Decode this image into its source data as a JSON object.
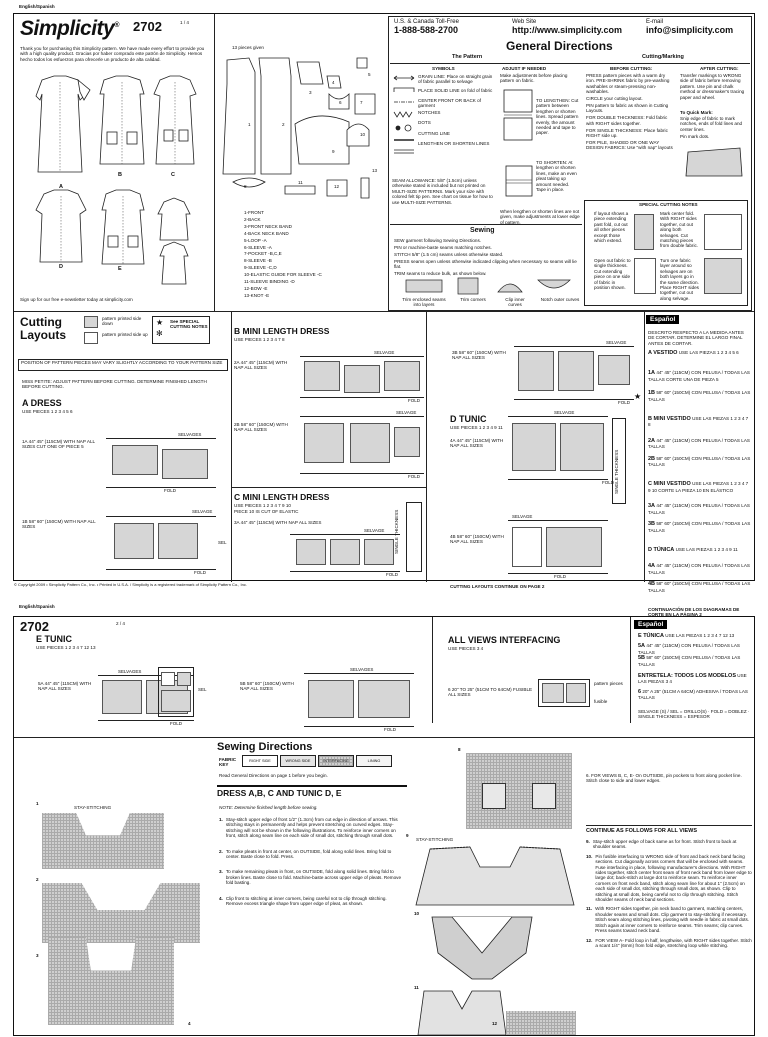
{
  "page1": {
    "lang_label": "English/Spanish",
    "brand": "Simplicity",
    "brand_mark": "®",
    "pattern_no": "2702",
    "page_num": "1 / 4",
    "intro": "Thank you for purchasing this Simplicity pattern. We have made every effort to provide you with a high quality product. Gracias por haber comprado este patrón de Simplicity. Hemos hecho todos los esfuerzos para ofrecerle un producto de alta calidad.",
    "view_labels": [
      "A",
      "B",
      "C",
      "D",
      "E"
    ],
    "sign_up": "Sign up for our free e-newsletter today at simplicity.com",
    "pieces_given": "13 pieces given",
    "piece_numbers": [
      "1",
      "2",
      "3",
      "4",
      "5",
      "6",
      "7",
      "8",
      "9",
      "10",
      "11",
      "12",
      "13"
    ],
    "piece_list": [
      "1-FRONT",
      "2-BACK",
      "3-FRONT NECK BAND",
      "4-BACK NECK BAND",
      "5-LOOP -A",
      "6-SLEEVE -A",
      "7-POCKET -B,C,E",
      "8-SLEEVE -B",
      "9-SLEEVE -C,D",
      "10-ELASTIC GUIDE FOR SLEEVE -C",
      "11-SLEEVE BINDING -D",
      "12-BOW -E",
      "13-KNOT -E"
    ],
    "phone_label": "U.S. & Canada Toll-Free",
    "phone": "1-888-588-2700",
    "web_label": "Web Site",
    "web": "http://www.simplicity.com",
    "email_label": "E-mail",
    "email": "info@simplicity.com",
    "general_title": "General Directions",
    "the_pattern": "The Pattern",
    "cutting_marking": "Cutting/Marking",
    "symbols_hdr": "SYMBOLS",
    "symbols": [
      "GRAIN LINE: Place on straight grain of fabric parallel to selvage",
      "PLACE SOLID LINE on fold of fabric",
      "CENTER FRONT OR BACK of garment",
      "NOTCHES",
      "DOTS",
      "CUTTING LINE",
      "LENGTHEN OR SHORTEN LINES"
    ],
    "seam_allowance": "SEAM ALLOWANCE: 5/8\" (1.5cm) unless otherwise stated is included but not printed on MULTI-SIZE PATTERNS. Mark your size with colored felt tip pen. See chart on tissue for how to use MULTI-SIZE PATTERNS.",
    "adjust_hdr": "ADJUST IF NEEDED",
    "adjust_text": "Make adjustments before placing pattern on fabric.",
    "lengthen": "TO LENGTHEN: Cut pattern between lengthen or shorten lines. Spread pattern evenly, the amount needed and tape to paper.",
    "shorten": "TO SHORTEN: At lengthen or shorten lines, make an even pleat taking up amount needed. Tape in place.",
    "when_lengthen": "When lengthen or shorten lines are not given, make adjustments at lower edge of pattern.",
    "before_cutting_hdr": "BEFORE CUTTING:",
    "before_cutting": [
      "PRESS pattern pieces with a warm dry iron. PRE-SHRINK fabric by pre-washing washables or steam-pressing non-washables.",
      "CIRCLE your cutting layout.",
      "PIN pattern to fabric as shown in Cutting Layouts.",
      "FOR DOUBLE THICKNESS: Fold fabric with RIGHT sides together.",
      "FOR SINGLE THICKNESS: Place fabric RIGHT side up.",
      "FOR PILE, SHADED OR ONE WAY DESIGN FABRICS: Use \"with nap\" layouts"
    ],
    "after_cutting_hdr": "AFTER CUTTING:",
    "after_cutting": "Transfer markings to WRONG side of fabric before removing pattern. Use pin and chalk method or dressmaker's tracing paper and wheel.",
    "to_quick_mark": "To Quick Mark:",
    "quick_mark": [
      "Snip edge of fabric to mark notches, ends of fold lines and center lines.",
      "Pin mark dots."
    ],
    "sewing_hdr": "Sewing",
    "sewing": [
      "SEW garment following Sewing Directions.",
      "PIN or machine-baste seams matching notches.",
      "STITCH 5/8\" (1.5 cm) seams unless otherwise stated.",
      "PRESS seams open unless otherwise indicated clipping when necessary so seams will lie flat.",
      "TRIM seams to reduce bulk, as shown below."
    ],
    "trim_labels": [
      "Trim enclosed seams into layers",
      "Trim corners",
      "Clip inner curves",
      "Notch outer curves"
    ],
    "special_cutting_notes": "SPECIAL CUTTING NOTES",
    "special_notes": [
      "If layout shows a piece extending past fold, cut out all other pieces except those which extend.",
      "Open out fabric to single thickness. Cut extending piece on one side of fabric in position shown.",
      "Mark center fold. With RIGHT sides together, cut out along both selvages. Cut matching pieces from double fabric.",
      "Turn one fabric layer around so selvages are on both layers go in the same direction. Place RIGHT sides together, cut out along selvage."
    ],
    "selvage": "SELVAGE",
    "fold": "FOLD",
    "sel": "SEL",
    "cutting_layouts": "Cutting Layouts",
    "printed_side_down": "pattern printed side down",
    "printed_side_up": "pattern printed side up",
    "see_special": "See SPECIAL CUTTING NOTES",
    "position_note": "POSITION OF PATTERN PIECES MAY VARY SLIGHTLY ACCORDING TO YOUR PATTERN SIZE",
    "miss_petite": "MISS PETITE: ADJUST PATTERN BEFORE CUTTING. DETERMINE FINISHED LENGTH BEFORE CUTTING.",
    "a_dress": "A DRESS",
    "a_use": "USE PIECES 1 2 3 4 5 6",
    "a1": "1A 44\" 45\" (115CM) WITH NAP ALL SIZES CUT ONE OF PIECE 5",
    "a1b": "1B 58\" 60\" (150CM) WITH NAP ALL SIZES",
    "b_title": "B MINI LENGTH DRESS",
    "b_use": "USE PIECES 1 2 3 4 7 8",
    "b2a": "2A 44\" 45\" (115CM) WITH NAP ALL SIZES",
    "b2b": "2B 58\" 60\" (150CM) WITH NAP ALL SIZES",
    "c_title": "C MINI LENGTH DRESS",
    "c_use": "USE PIECES 1 2 3 4 7 9 10",
    "c_note": "PIECE 10 IS CUT OF ELASTIC",
    "c3a": "3A 44\" 45\" (115CM) WITH NAP ALL SIZES",
    "c3b": "3B 58\" 60\" (150CM) WITH NAP ALL SIZES",
    "single_thickness": "SINGLE THICKNESS",
    "d_title": "D TUNIC",
    "d_use": "USE PIECES 1 2 3 4 9 11",
    "d4a": "4A 44\" 45\" (115CM) WITH NAP ALL SIZES",
    "d4b": "4B 58\" 60\" (150CM) WITH NAP ALL SIZES",
    "continue_p2": "CUTTING LAYOUTS CONTINUE ON PAGE 2",
    "espanol": "Español",
    "esp_note": "DESCRITO RESPECTO A LA MEDIDA ANTES DE CORTAR. DETERMINE EL LARGO FINAL ANTES DE CORTAR.",
    "esp_items": [
      {
        "h": "A VESTIDO",
        "u": "USE LAS PIEZAS 1 2 3 4 5 6"
      },
      {
        "h": "1A",
        "u": "44\" 45\" (115CM) CON PELUSA / TODAS LAS TALLAS CORTE UNA DE PIEZA 5"
      },
      {
        "h": "1B",
        "u": "58\" 60\" (150CM) CON PELUSA / TODAS LAS TALLAS"
      },
      {
        "h": "B MINI VESTIDO",
        "u": "USE LAS PIEZAS 1 2 3 4 7 8"
      },
      {
        "h": "2A",
        "u": "44\" 45\" (115CM) CON PELUSA / TODAS LAS TALLAS"
      },
      {
        "h": "2B",
        "u": "58\" 60\" (150CM) CON PELUSA / TODAS LAS TALLAS"
      },
      {
        "h": "C MINI VESTIDO",
        "u": "USE LAS PIEZAS 1 2 3 4 7 9 10 CORTE LA PIEZA 10 EN ELÁSTICO"
      },
      {
        "h": "3A",
        "u": "44\" 45\" (115CM) CON PELUSA / TODAS LAS TALLAS"
      },
      {
        "h": "3B",
        "u": "58\" 60\" (150CM) CON PELUSA / TODAS LAS TALLAS"
      },
      {
        "h": "D TÚNICA",
        "u": "USE LAS PIEZAS 1 2 3 4 9 11"
      },
      {
        "h": "4A",
        "u": "44\" 45\" (115CM) CON PELUSA / TODAS LAS TALLAS"
      },
      {
        "h": "4B",
        "u": "58\" 60\" (150CM) CON PELUSA / TODAS LAS TALLAS"
      }
    ],
    "esp_continue": "CONTINUACIÓN DE LOS DIAGRAMAS DE CORTE EN LA PÁGINA 2",
    "copyright": "© Copyright 2009 • Simplicity Pattern Co., Inc. • Printed in U.S.A. / Simplicity is a registered trademark of Simplicity Pattern Co., Inc."
  },
  "page2": {
    "lang_label": "English/Spanish",
    "pattern_no": "2702",
    "page_num": "2 / 4",
    "e_tunic": "E TUNIC",
    "e_use": "USE PIECES 1 2 3 4 7 12 13",
    "e5a": "5A 44\" 45\" (115CM) WITH NAP ALL SIZES",
    "e5b": "5B 58\" 60\" (150CM) WITH NAP ALL SIZES",
    "all_interfacing": "ALL VIEWS INTERFACING",
    "i_use": "USE PIECES 3 4",
    "i6": "6 20\" TO 25\" (51CM TO 64CM) FUSIBLE ALL SIZES",
    "pattern_pieces": "pattern pieces",
    "fusible": "fusible",
    "espanol": "Español",
    "esp_items": [
      {
        "h": "E TÚNICA",
        "u": "USE LAS PIEZAS 1 2 3 4 7 12 13"
      },
      {
        "h": "5A",
        "u": "44\" 45\" (115CM) CON PELUSA / TODAS LAS TALLAS"
      },
      {
        "h": "5B",
        "u": "58\" 60\" (150CM) CON PELUSA / TODAS LAS TALLAS"
      },
      {
        "h": "ENTRETELA: TODOS LOS MODELOS",
        "u": "USE LAS PIEZAS 3 4"
      },
      {
        "h": "6",
        "u": "20\" A 25\" (51CM A 64CM) ADHESIVA / TODAS LAS TALLAS"
      }
    ],
    "esp_foot": "SELVAGE (S) / SEL = ORILLO(S) · FOLD = DOBLEZ · SINGLE THICKNESS = ESPESOR",
    "sewing_directions": "Sewing Directions",
    "fabric_key": "FABRIC KEY",
    "key_labels": [
      "RIGHT SIDE",
      "WRONG SIDE",
      "INTERFACING",
      "LINING"
    ],
    "read_general": "Read General Directions on page 1 before you begin.",
    "dress_title": "DRESS A,B, C AND TUNIC D, E",
    "note": "NOTE: Determine finished length before sewing.",
    "steps": [
      {
        "n": "1.",
        "t": "Stay-stitch upper edge of front 1/2\" (1.3cm) from cut edge in direction of arrows. This stitching stays in permanently and helps prevent stretching on curved edges. Stay-stitching will not be shown in the following illustrations. To reinforce inner corners on front, stitch along seam line on each side of small dot, stitching through small dots."
      },
      {
        "n": "2.",
        "t": "To make pleats in front at center, on OUTSIDE, fold along solid lines. Bring fold to center. Baste close to fold. Press."
      },
      {
        "n": "3.",
        "t": "To make remaining pleats in front, on OUTSIDE, fold along solid lines. Bring fold to broken lines. Baste close to fold. Machine-baste across upper edge of pleats. Remove fold basting."
      },
      {
        "n": "4.",
        "t": "Clip front to stitching at inner corners, being careful not to clip through stitching. Remove excess triangle shape from upper edge of pleat, as shown."
      }
    ],
    "stay_stitching": "STAY-STITCHING",
    "step6": "6. FOR VIEWS B, C, E- On OUTSIDE, pin pockets to front along pocket line. Stitch close to side and lower edges.",
    "continue_all": "CONTINUE AS FOLLOWS FOR ALL VIEWS",
    "steps_right": [
      {
        "n": "9.",
        "t": "Stay-stitch upper edge of back same as for front. Stitch front to back at shoulder seams."
      },
      {
        "n": "10.",
        "t": "Pin fusible interfacing to WRONG side of front and back neck band facing sections. Cut diagonally across corners that will be enclosed with seams. Fuse interfacing in place, following manufacturer's directions. With RIGHT sides together, stitch center front seam of front neck band from lower edge to large dot; back-stitch at large dot to reinforce seam. To reinforce inner corners on front neck band, stitch along seam line for about 1\" (2.5cm) on each side of small dot, stitching through small dots, as shown. Clip to stitching at small dots, being careful not to clip through stitching. Stitch shoulder seams of neck band sections."
      },
      {
        "n": "11.",
        "t": "With RIGHT sides together, pin neck band to garment, matching centers, shoulder seams and small dots. Clip garment to stay-stitching if necessary. Stitch seam along stitching lines, pivoting with needle in fabric at small dots. Stitch again at inner corners to reinforce seams. Trim seams; clip curves. Press seams toward neck band."
      },
      {
        "n": "12.",
        "t": "FOR VIEW A- Fold loop in half, lengthwise, with RIGHT sides together. Stitch a scant 1/4\" (6mm) from fold edge, stretching loop while stitching."
      }
    ],
    "fig_nums": [
      "1",
      "2",
      "3",
      "4",
      "8",
      "9",
      "10",
      "11",
      "12"
    ]
  }
}
